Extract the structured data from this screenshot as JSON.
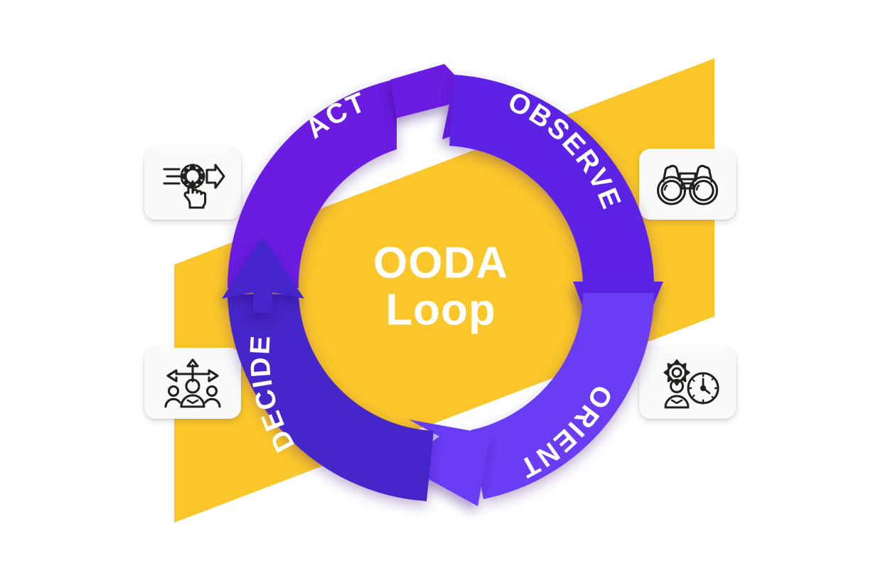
{
  "diagram": {
    "title": "OODA Loop",
    "center": {
      "line1": "OODA",
      "line2": "Loop"
    },
    "colors": {
      "background": "#ffffff",
      "band_yellow": "#FBC62A",
      "act_purple": "#6A1EE0",
      "observe_purple": "#5C21E6",
      "orient_purple": "#6B3EF5",
      "decide_indigo": "#4527C8",
      "card_background": "#FAFAFA",
      "icon_stroke": "#231F1A",
      "label_text": "#FFFFFF"
    },
    "segments": [
      {
        "id": "act",
        "label": "ACT",
        "color": "#6A1EE0",
        "position": "top-left",
        "arrow_direction": "clockwise-to-top-right"
      },
      {
        "id": "observe",
        "label": "OBSERVE",
        "color": "#5C21E6",
        "position": "top-right",
        "arrow_direction": "clockwise-to-bottom-right"
      },
      {
        "id": "orient",
        "label": "ORIENT",
        "color": "#6B3EF5",
        "position": "bottom-right",
        "arrow_direction": "clockwise-to-bottom-left"
      },
      {
        "id": "decide",
        "label": "DECIDE",
        "color": "#4527C8",
        "position": "bottom-left",
        "arrow_direction": "clockwise-to-top-left"
      }
    ],
    "cards": [
      {
        "id": "act-card",
        "icon": "hand-press-gear-arrow-icon",
        "side": "left",
        "row": "top",
        "for_segment": "ACT"
      },
      {
        "id": "observe-card",
        "icon": "binoculars-icon",
        "side": "right",
        "row": "top",
        "for_segment": "OBSERVE"
      },
      {
        "id": "decide-card",
        "icon": "people-three-arrows-icon",
        "side": "left",
        "row": "bottom",
        "for_segment": "DECIDE"
      },
      {
        "id": "orient-card",
        "icon": "person-gear-clock-icon",
        "side": "right",
        "row": "bottom",
        "for_segment": "ORIENT"
      }
    ]
  }
}
